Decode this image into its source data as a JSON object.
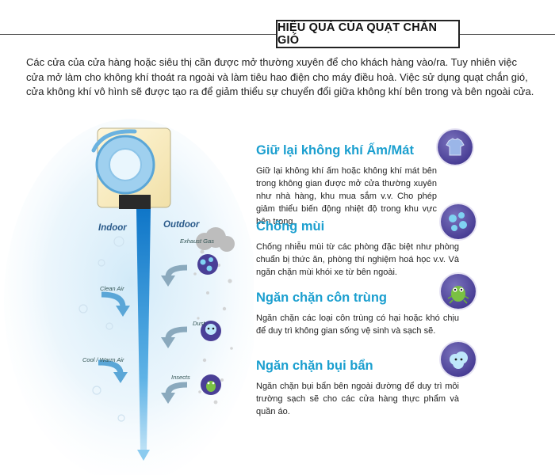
{
  "header": {
    "title": "HIỆU QUẢ CỦA QUẠT CHẮN GIÓ"
  },
  "intro": "Các cửa của cửa hàng hoặc siêu thị cần được mở thường xuyên để cho khách hàng vào/ra. Tuy nhiên việc cửa mở làm cho không khí thoát ra ngoài và làm tiêu hao điện cho máy điều hoà. Việc sử dụng quạt chắn gió, cửa không khí vô hình sẽ được tạo ra để giảm thiểu sự chuyển đổi giữa không khí bên trong và bên ngoài cửa.",
  "diagram": {
    "indoor_label": "Indoor",
    "outdoor_label": "Outdoor",
    "flows": {
      "exhaust_gas": "Exhaust Gas",
      "clean_air": "Clean Air",
      "dust": "Dust",
      "cool_warm_air": "Cool / Warm Air",
      "insects": "Insects"
    }
  },
  "features": [
    {
      "title": "Giữ lại không khí Ấm/Mát",
      "text": "Giữ lại không khí ấm hoặc không khí mát bên trong không gian được mở cửa thường xuyên như nhà hàng, khu mua sắm v.v. Cho phép giảm thiểu biến động nhiệt độ trong khu vực bên trong.",
      "icon": "shirt-icon"
    },
    {
      "title": "Chống mùi",
      "text": "Chống nhiễu mùi từ các phòng đặc biệt như phòng chuẩn bị thức ăn, phòng thí nghiệm hoá học v.v. Và ngăn chặn mùi khói xe từ bên ngoài.",
      "icon": "molecule-icon"
    },
    {
      "title": "Ngăn chặn côn trùng",
      "text": "Ngăn chặn các loại côn trùng có hại hoặc khó chịu để duy trì không gian sống vệ sinh và sạch sẽ.",
      "icon": "insect-icon"
    },
    {
      "title": "Ngăn chặn bụi bẩn",
      "text": "Ngăn chặn bụi bẩn bên ngoài đường để duy trì môi trường sạch sẽ cho các cửa hàng thực phẩm và quần áo.",
      "icon": "dust-icon"
    }
  ],
  "colors": {
    "accent": "#1b9fcf",
    "icon_bg": "#4a3f96",
    "air_curtain": "#1e8fd6"
  }
}
